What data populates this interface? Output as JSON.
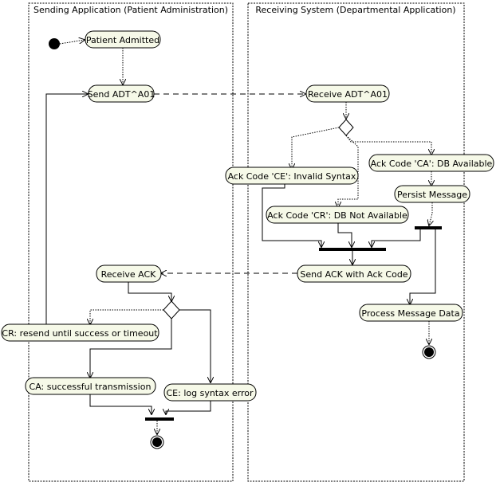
{
  "lanes": {
    "sending": "Sending Application (Patient Administration)",
    "receiving": "Receiving System (Departmental Application)"
  },
  "nodes": {
    "patient_admitted": "Patient Admitted",
    "send_adt": "Send ADT^A01",
    "receive_adt": "Receive ADT^A01",
    "ack_ce": "Ack Code 'CE': Invalid Syntax",
    "ack_ca": "Ack Code 'CA': DB Available",
    "persist_message": "Persist Message",
    "ack_cr": "Ack Code 'CR': DB Not Available",
    "send_ack": "Send ACK with Ack Code",
    "receive_ack": "Receive ACK",
    "process_message": "Process Message Data",
    "cr_resend": "CR: resend until success or timeout",
    "ca_success": "CA: successful transmission",
    "ce_log": "CE: log syntax error"
  }
}
